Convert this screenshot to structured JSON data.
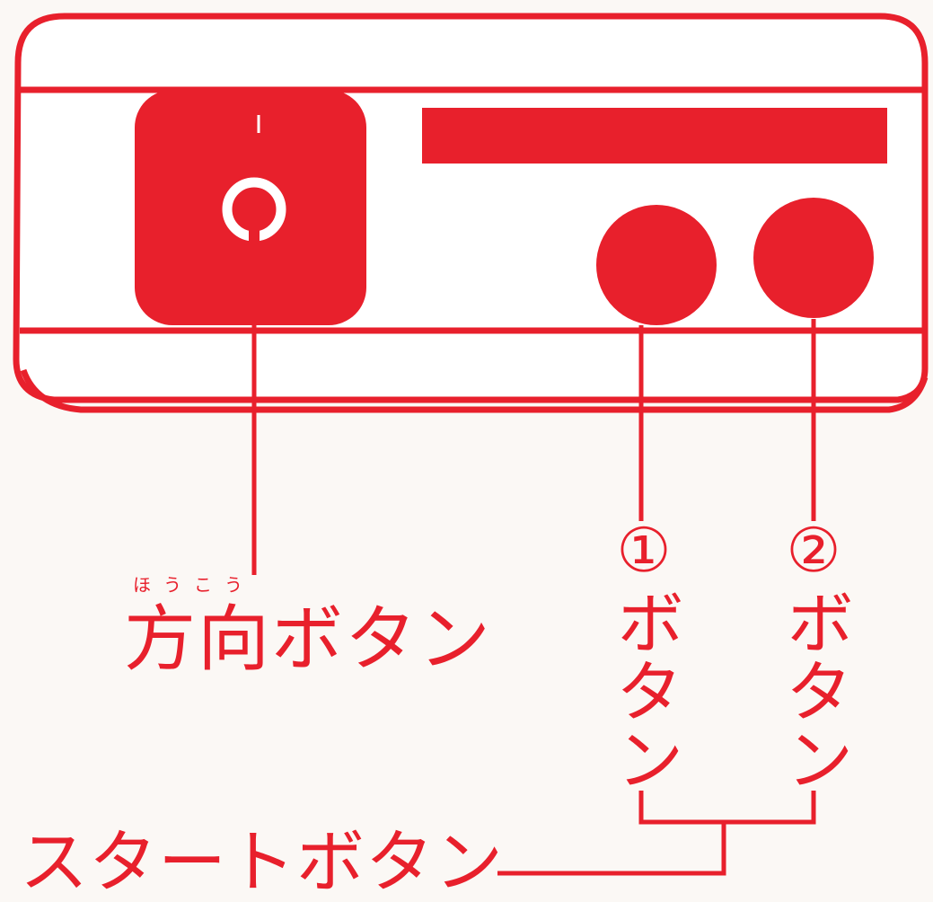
{
  "colors": {
    "accent": "#e8202c",
    "background": "#fbf8f5"
  },
  "labels": {
    "direction_ruby": "ほうこう",
    "direction_button": "方向ボタン",
    "button1_number": "①",
    "button1_text": "ボタン",
    "button2_number": "②",
    "button2_text": "ボタン",
    "start_button": "スタートボタン"
  }
}
